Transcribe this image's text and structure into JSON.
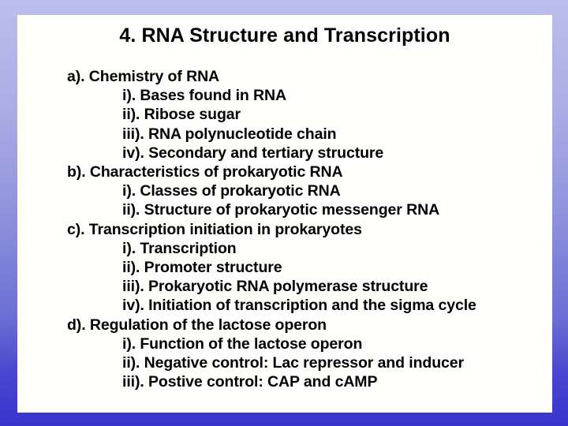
{
  "slide": {
    "title": "4. RNA Structure and Transcription",
    "colors": {
      "frame_top": "#bcbeec",
      "frame_bottom": "#3734cc",
      "panel": "#fffffd",
      "text": "#000000"
    },
    "outline": [
      {
        "level": 1,
        "text": "a). Chemistry of RNA"
      },
      {
        "level": 2,
        "text": "i). Bases found in RNA"
      },
      {
        "level": 2,
        "text": "ii). Ribose sugar"
      },
      {
        "level": 2,
        "text": "iii). RNA polynucleotide chain"
      },
      {
        "level": 2,
        "text": "iv). Secondary and tertiary structure"
      },
      {
        "level": 1,
        "text": "b). Characteristics of prokaryotic RNA"
      },
      {
        "level": 2,
        "text": "i). Classes of prokaryotic RNA"
      },
      {
        "level": 2,
        "text": "ii). Structure of prokaryotic messenger RNA"
      },
      {
        "level": 1,
        "text": "c). Transcription initiation in prokaryotes"
      },
      {
        "level": 2,
        "text": "i). Transcription"
      },
      {
        "level": 2,
        "text": "ii). Promoter structure"
      },
      {
        "level": 2,
        "text": "iii). Prokaryotic RNA polymerase structure"
      },
      {
        "level": 2,
        "text": "iv). Initiation of transcription and the sigma cycle"
      },
      {
        "level": 1,
        "text": "d). Regulation of the lactose operon"
      },
      {
        "level": 2,
        "text": "i). Function of the lactose operon"
      },
      {
        "level": 2,
        "text": "ii). Negative control: Lac repressor and inducer"
      },
      {
        "level": 2,
        "text": "iii). Postive control: CAP and cAMP"
      }
    ]
  }
}
